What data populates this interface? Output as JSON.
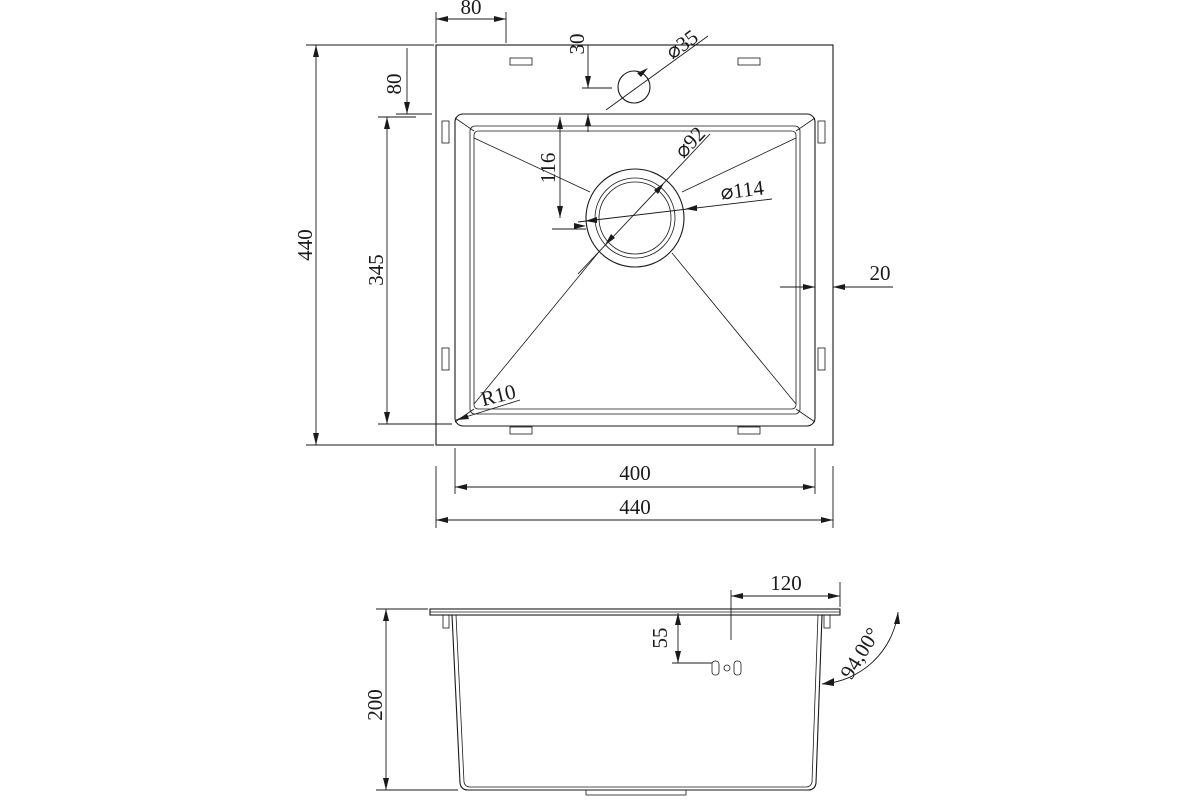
{
  "plan_view": {
    "flange_width_offset": "80",
    "drain_offset": "30",
    "tap_hole_diameter": "⌀35",
    "flange_depth_offset": "80",
    "overall_depth": "440",
    "bowl_depth": "345",
    "drain_center_offset": "116",
    "drain_diameter": "⌀92",
    "drain_outer_diameter": "⌀114",
    "rim_width": "20",
    "corner_radius": "R10",
    "bowl_width": "400",
    "overall_width": "440"
  },
  "side_view": {
    "overflow_offset": "120",
    "overflow_height": "55",
    "wall_angle": "94,00°",
    "bowl_height": "200"
  }
}
